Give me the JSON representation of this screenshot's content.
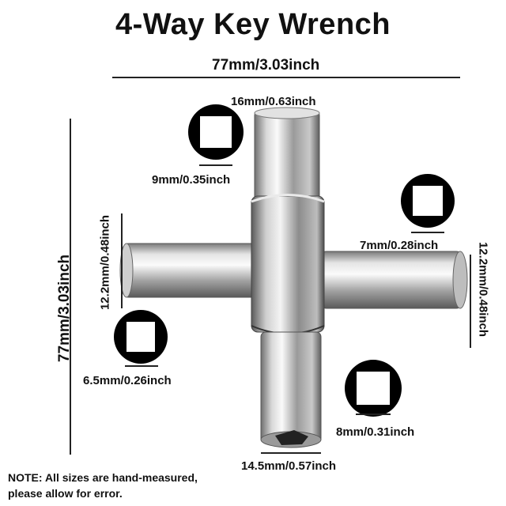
{
  "title": "4-Way Key Wrench",
  "dimensions": {
    "overall_width": "77mm/3.03inch",
    "overall_height": "77mm/3.03inch",
    "top_shaft": "16mm/0.63inch",
    "bottom_shaft": "14.5mm/0.57inch",
    "left_arm": "12.2mm/0.48inch",
    "right_arm": "12.2mm/0.48inch"
  },
  "sockets": {
    "top_left": "9mm/0.35inch",
    "top_right": "7mm/0.28inch",
    "bottom_left": "6.5mm/0.26inch",
    "bottom_right": "8mm/0.31inch"
  },
  "note": {
    "heading": "NOTE:",
    "line1": "All sizes are hand-measured,",
    "line2": "please allow for error."
  }
}
